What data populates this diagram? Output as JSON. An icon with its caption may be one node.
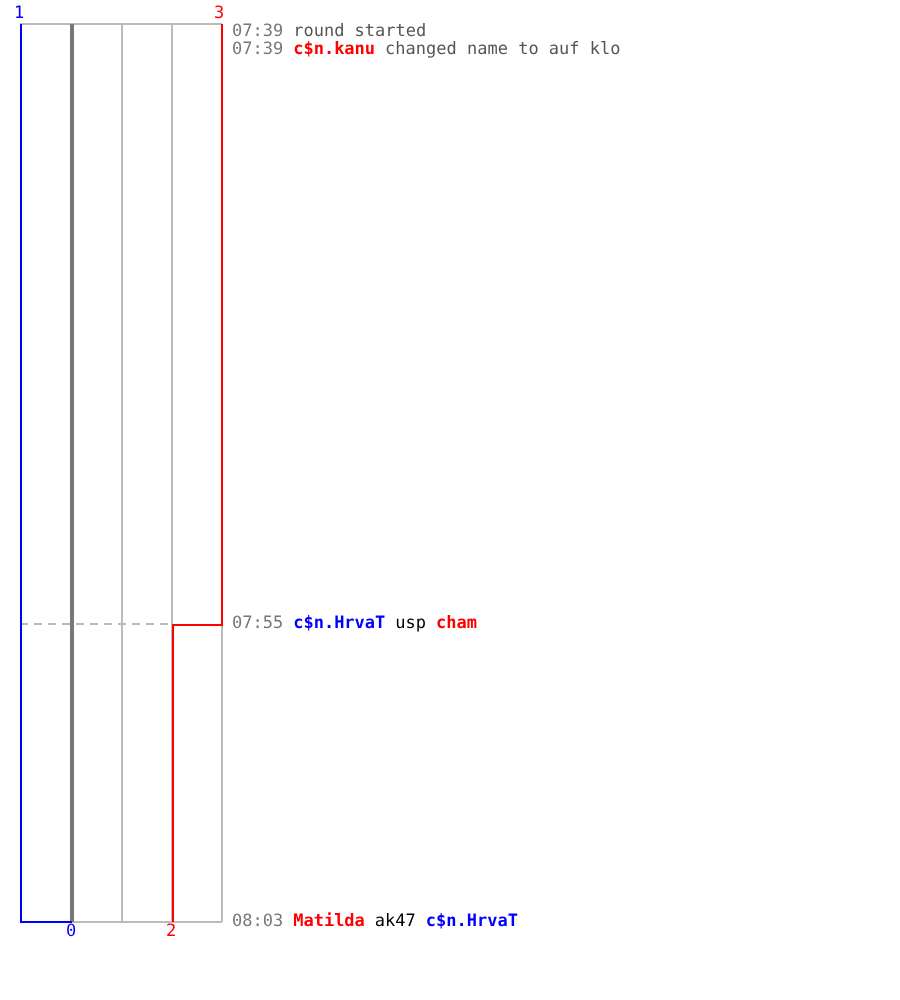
{
  "diagram": {
    "labels": [
      "1",
      "3",
      "07:39",
      "round started",
      "07:39",
      "c$n.kanu",
      "changed name to auf klo",
      "07:55",
      "c$n.HrvaT",
      "usp",
      "cham",
      "0",
      "2",
      "08:03",
      "Matilda",
      "ak47",
      "c$n.HrvaT"
    ]
  }
}
